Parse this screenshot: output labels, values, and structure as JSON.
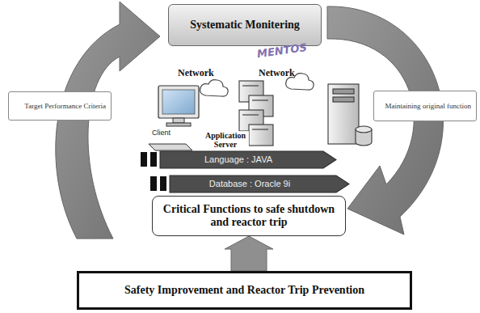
{
  "diagram": {
    "nodes": [
      {
        "text": [
          "Systematic Monitering"
        ]
      },
      {
        "text": [
          "Target Performance Criteria"
        ]
      },
      {
        "text": [
          "Maintaining original function"
        ]
      },
      {
        "text": [
          "Language : JAVA"
        ]
      },
      {
        "text": [
          "Database : Oracle 9i"
        ]
      },
      {
        "text": [
          "Critical Functions to safe shutdown and reactor trip"
        ]
      },
      {
        "text": [
          "Safety Improvement and Reactor Trip Prevention"
        ]
      }
    ],
    "edges": [
      {
        "from": 6,
        "to": 5,
        "arrow": "to"
      }
    ],
    "labels": [
      "MENTOS",
      "Network",
      "Network",
      "Client",
      "Application Server"
    ]
  }
}
